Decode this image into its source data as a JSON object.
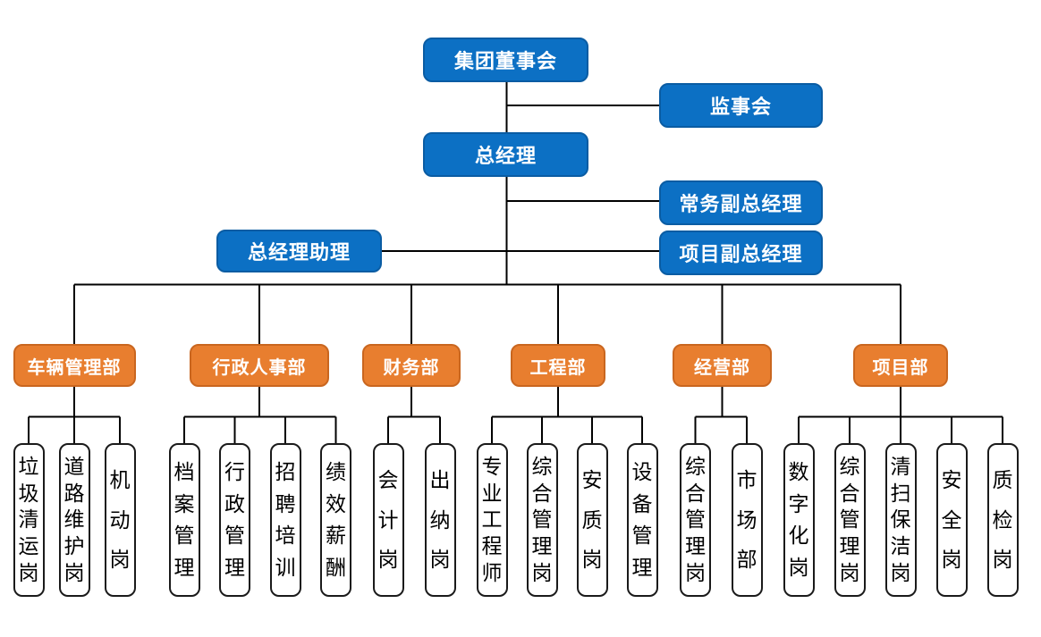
{
  "org_chart": {
    "executive": {
      "board": "集团董事会",
      "supervisory_board": "监事会",
      "general_manager": "总经理",
      "executive_deputy_gm": "常务副总经理",
      "gm_assistant": "总经理助理",
      "project_deputy_gm": "项目副总经理"
    },
    "departments": [
      {
        "label": "车辆管理部",
        "positions": [
          "垃圾清运岗",
          "道路维护岗",
          "机动岗"
        ]
      },
      {
        "label": "行政人事部",
        "positions": [
          "档案管理",
          "行政管理",
          "招聘培训",
          "绩效薪酬"
        ]
      },
      {
        "label": "财务部",
        "positions": [
          "会计岗",
          "出纳岗"
        ]
      },
      {
        "label": "工程部",
        "positions": [
          "专业工程师",
          "综合管理岗",
          "安质岗",
          "设备管理"
        ]
      },
      {
        "label": "经营部",
        "positions": [
          "综合管理岗",
          "市场部"
        ]
      },
      {
        "label": "项目部",
        "positions": [
          "数字化岗",
          "综合管理岗",
          "清扫保洁岗",
          "安全岗",
          "质检岗"
        ]
      }
    ],
    "colors": {
      "executive_box": "#0c70c4",
      "executive_border": "#0a5ca3",
      "department_box": "#e87e2f",
      "department_border": "#c9661f",
      "position_border": "#1a1a1a",
      "position_text": "#000000",
      "connector_line": "#000000",
      "box_text": "#ffffff",
      "background": "#ffffff"
    }
  }
}
